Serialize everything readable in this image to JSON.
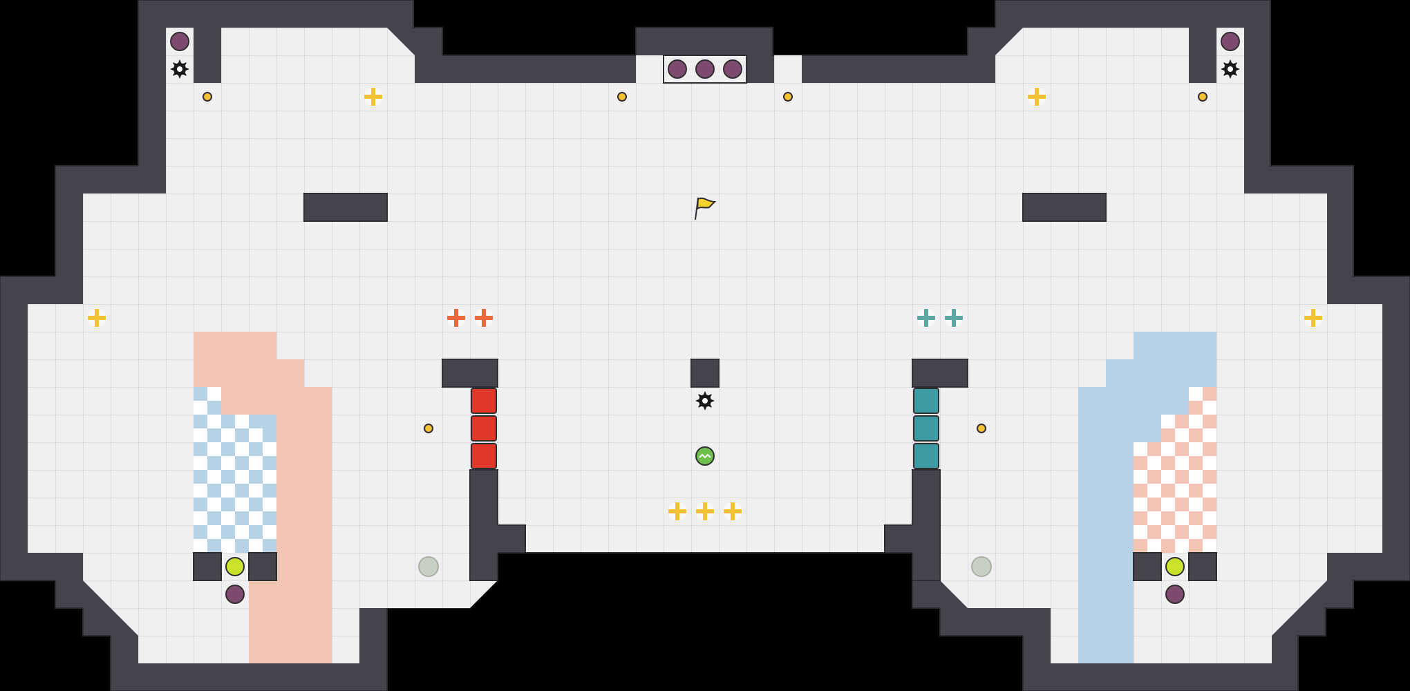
{
  "scene": {
    "kind": "capture-the-flag tile arena, top-down",
    "tile_size_units": 1,
    "colors": {
      "background": "#000000",
      "floor": "#efeff1",
      "floor_grid": "#d6d6dc",
      "wall": "#444448",
      "wall_edge": "#2e2e32",
      "red_team_zone": "#f1c4b4",
      "blue_team_zone": "#b9d3e6",
      "checker_light": "#ffffff",
      "red_gate": "#e0392b",
      "blue_gate": "#3e9aa3",
      "bomb": "#7d4a6f",
      "speed_pad_yellow": "#f2c230",
      "speed_pad_red": "#e8683c",
      "speed_pad_teal": "#5fa8a6",
      "powerup_lime": "#c9e22a",
      "small_boost": "#f2c230",
      "inactive_pad": "#c9d0c4",
      "flag": "#f2d22e"
    }
  },
  "entities": {
    "flag": {
      "icon": "yellow-flag-icon"
    },
    "spikes": {
      "icon": "spike-icon",
      "count": 3
    },
    "bombs": {
      "icon": "bomb-icon",
      "count": 7
    },
    "gates": {
      "red_count": 3,
      "blue_count": 3
    },
    "speed_pads": {
      "icon": "speed-pad-icon",
      "yellow_count": 7,
      "red_count": 2,
      "teal_count": 2
    },
    "boosts": {
      "icon": "boost-dot-icon",
      "count": 6
    },
    "powerups": {
      "icon": "powerup-icon",
      "count": 2
    },
    "ball": {
      "icon": "green-ball-icon"
    },
    "inactive_pads": {
      "icon": "inactive-pad-icon",
      "count": 2
    }
  }
}
